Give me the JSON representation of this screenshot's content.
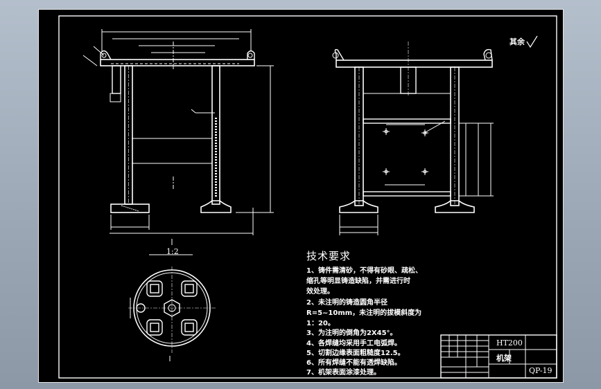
{
  "technical_requirements": {
    "title": "技术要求",
    "items": [
      "1、铸件需清砂，不得有砂眼、疏松、",
      "缩孔等明显铸造缺陷，并需进行时",
      "效处理。",
      "2、未注明的铸造圆角半径",
      "R=5~10mm，未注明的拔模斜度为",
      "1：20。",
      "3、为注明的倒角为2X45°。",
      "4、各焊缝均采用手工电弧焊。",
      "5、切割边缘表面粗糙度12.5。",
      "6、所有焊缝不能有透焊缺陷。",
      "7、机架表面涂漆处理。"
    ]
  },
  "views": {
    "scale": "1:2"
  },
  "roughness_mark": "其余",
  "title_block": {
    "material": "HT200",
    "part_name": "机架",
    "drawing_number": "QP-19"
  },
  "colors": {
    "background": "#000000",
    "lines": "#ffffff",
    "window": "#9ca8b6"
  }
}
